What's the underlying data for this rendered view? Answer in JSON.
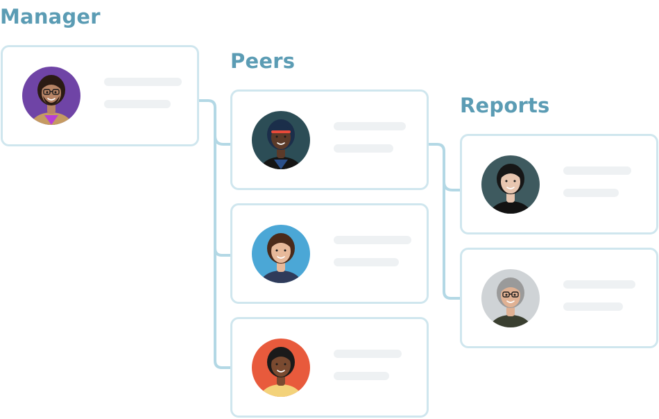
{
  "headings": {
    "manager": "Manager",
    "peers": "Peers",
    "reports": "Reports"
  },
  "colors": {
    "heading": "#5b9cb4",
    "card_border": "#cfe6ee",
    "connector": "#b3d8e5",
    "placeholder_bar": "#eef1f3"
  },
  "people": {
    "manager": {
      "avatar_bg": "#6f44a6",
      "skin": "#b88566",
      "hair": "#2b1b14",
      "shirt": "#c59a62",
      "accent": "#b83fd6",
      "glasses": true,
      "beard": true
    },
    "peers": [
      {
        "avatar_bg": "#2c4d56",
        "skin": "#5b3a29",
        "hair": "#1b2e4a",
        "shirt": "#151515",
        "accent": "#2a4f8a",
        "glasses": false,
        "cap": true
      },
      {
        "avatar_bg": "#4ba7d6",
        "skin": "#e7b99a",
        "hair": "#4a2a1a",
        "shirt": "#2f3b5a",
        "accent": "#2f3b5a",
        "glasses": false
      },
      {
        "avatar_bg": "#e85a3c",
        "skin": "#7a4a30",
        "hair": "#1a1a1a",
        "shirt": "#f3d27a",
        "accent": "#f3d27a",
        "glasses": false
      }
    ],
    "reports": [
      {
        "avatar_bg": "#3e5a5f",
        "skin": "#e8c6b0",
        "hair": "#161616",
        "shirt": "#121212",
        "accent": "#121212",
        "glasses": false
      },
      {
        "avatar_bg": "#cfd3d6",
        "skin": "#e0b193",
        "hair": "#9a9a9a",
        "shirt": "#3a3f30",
        "accent": "#3a3f30",
        "glasses": true
      }
    ]
  }
}
